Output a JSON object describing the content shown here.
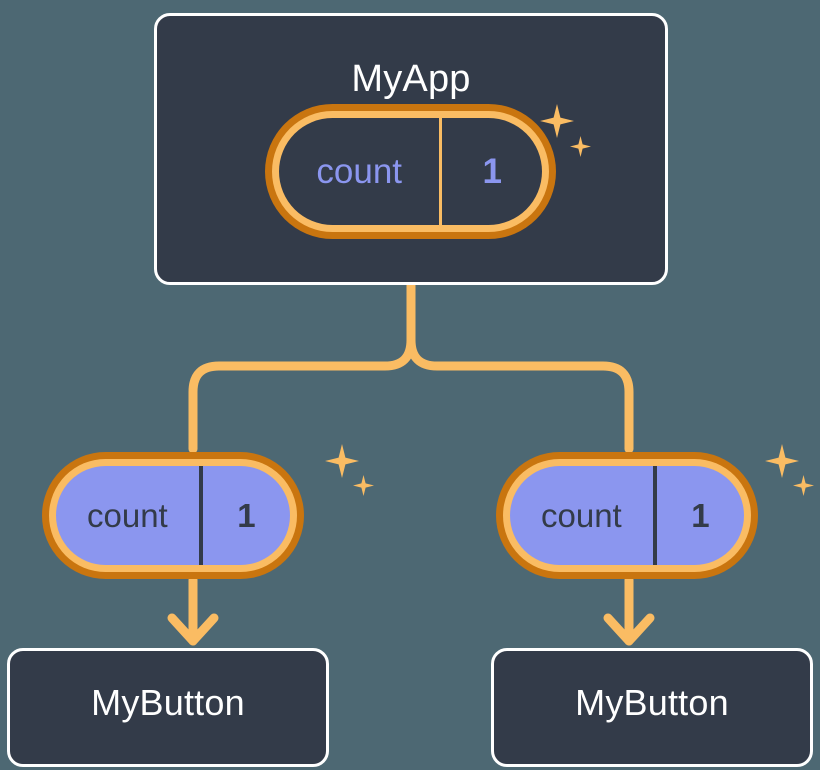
{
  "diagram": {
    "title": "React component tree with shared count state",
    "background_color": "#4d6873"
  },
  "palette": {
    "card_bg": "#333b49",
    "card_border": "#ffffff",
    "pill_ring_outer": "#c9750f",
    "pill_ring_inner": "#fabc63",
    "state_purple": "#8b96ef",
    "connector": "#fabc63",
    "text_light": "#ffffff",
    "text_dark": "#333b49"
  },
  "nodes": {
    "root": {
      "label": "MyApp",
      "state": {
        "key": "count",
        "value": "1"
      },
      "sparkle": "sparkle-icon"
    },
    "children": [
      {
        "label": "MyButton",
        "state": {
          "key": "count",
          "value": "1"
        },
        "sparkle": "sparkle-icon"
      },
      {
        "label": "MyButton",
        "state": {
          "key": "count",
          "value": "1"
        },
        "sparkle": "sparkle-icon"
      }
    ]
  }
}
